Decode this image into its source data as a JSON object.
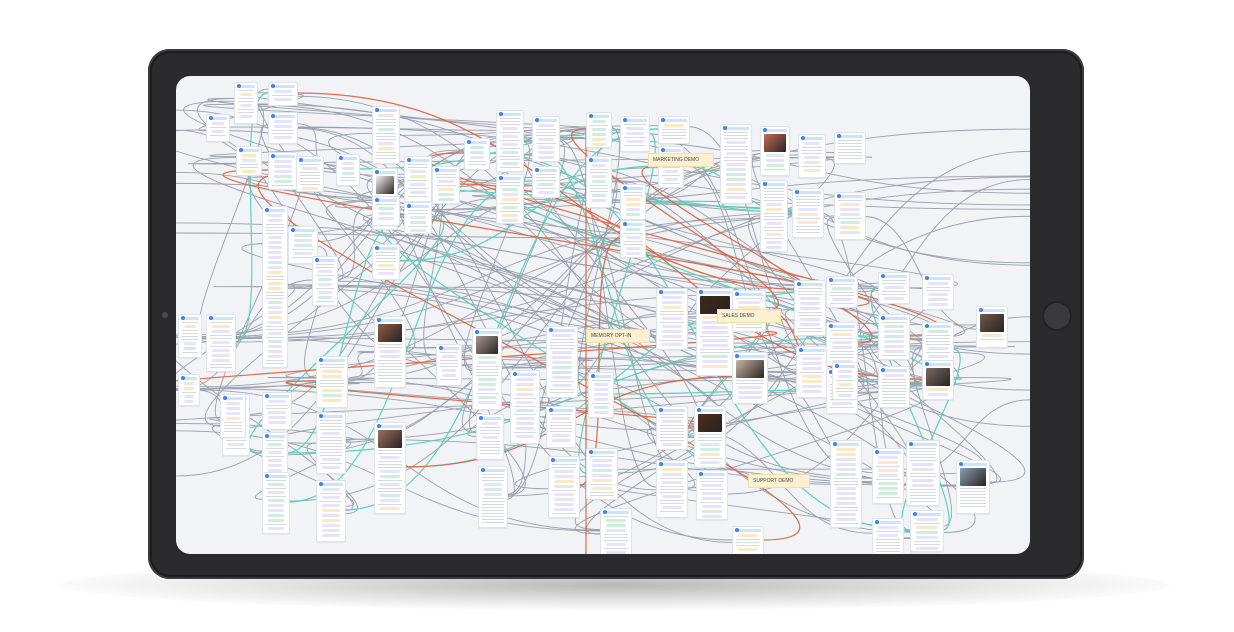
{
  "labels": {
    "marketing_demo": "MARKETING DEMO",
    "sales_demo": "SALES DEMO",
    "support_demo": "SUPPORT DEMO",
    "memory_opt_in": "MEMORY OPT-IN"
  },
  "colors": {
    "screen_bg": "#f1f3f6",
    "wire_gray": "#7d8594",
    "wire_teal": "#55d2bd",
    "wire_orange": "#e0643c",
    "node_header": "#cfe2ff",
    "node_dot": "#3b82f6",
    "label_bg": "#fbf1d2"
  },
  "icons": {
    "camera": "camera-dot-icon",
    "home": "home-button-icon"
  }
}
